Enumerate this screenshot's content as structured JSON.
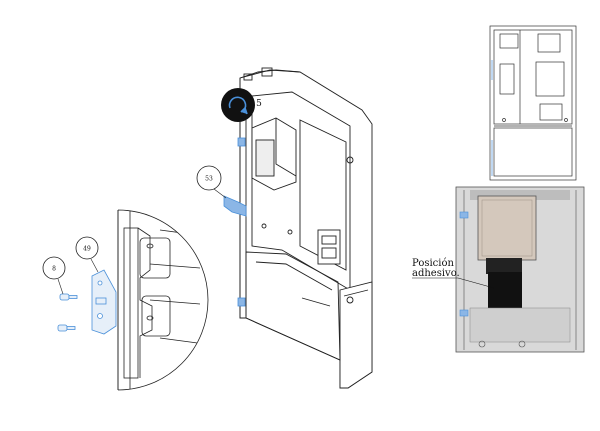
{
  "callouts": {
    "c8": "8",
    "c49": "49",
    "c53": "53",
    "c5": "5"
  },
  "note": {
    "line1": "Posición",
    "line2": "adhesivo."
  },
  "colors": {
    "line": "#222222",
    "accent_part": "#4a90d9",
    "plate": "#d4c8bc",
    "adhesive": "#111111",
    "panel_bg": "#dcdcdc",
    "photo_frame": "#555555",
    "highlight_badge": "#111111"
  },
  "icons": {
    "badge": "rotate-arrow-icon"
  }
}
